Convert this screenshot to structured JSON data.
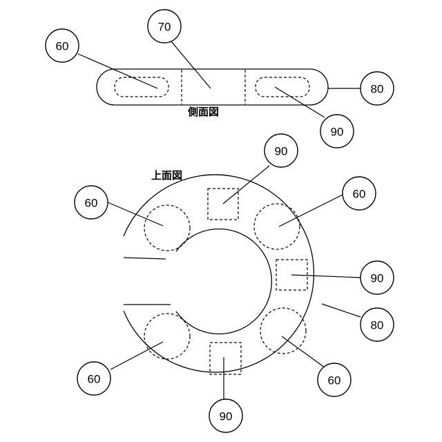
{
  "labels": {
    "side_view": "側面図",
    "top_view": "上面図"
  },
  "tags": {
    "side_60": "60",
    "side_70": "70",
    "side_80": "80",
    "side_90": "90",
    "top_90_upper": "90",
    "top_60_upper_left": "60",
    "top_60_upper_right": "60",
    "top_90_right": "90",
    "top_80": "80",
    "top_60_lower_left": "60",
    "top_60_lower_right": "60",
    "top_90_bottom": "90"
  }
}
